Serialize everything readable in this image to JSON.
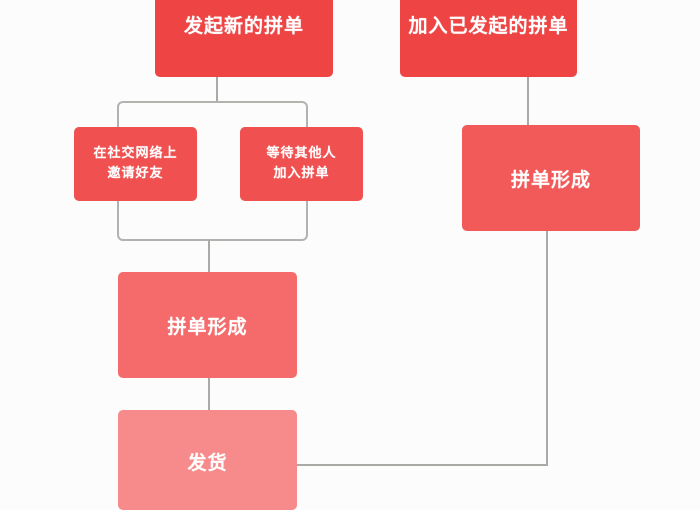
{
  "diagram": {
    "type": "flowchart",
    "nodes": {
      "start_new": {
        "label": "发起新的拼单",
        "color": "#ee4444"
      },
      "join_existing": {
        "label": "加入已发起的拼单",
        "color": "#ee4444"
      },
      "invite_friends": {
        "line1": "在社交网络上",
        "line2": "邀请好友",
        "color": "#f05050"
      },
      "wait_others": {
        "line1": "等待其他人",
        "line2": "加入拼单",
        "color": "#f05050"
      },
      "group_formed_right": {
        "label": "拼单形成",
        "color": "#f25a5a"
      },
      "group_formed_left": {
        "label": "拼单形成",
        "color": "#f56b6b"
      },
      "ship": {
        "label": "发货",
        "color": "#f78a8a"
      }
    },
    "edges": [
      {
        "from": "发起新的拼单",
        "to": "在社交网络上邀请好友 / 等待其他人加入拼单 (bracket)"
      },
      {
        "from": "bracket",
        "to": "拼单形成 (left)"
      },
      {
        "from": "拼单形成 (left)",
        "to": "发货"
      },
      {
        "from": "加入已发起的拼单",
        "to": "拼单形成 (right)"
      },
      {
        "from": "拼单形成 (right)",
        "to": "发货"
      }
    ],
    "colors": {
      "connector": "#a9a9a6",
      "background": "#fdfcfc"
    }
  }
}
